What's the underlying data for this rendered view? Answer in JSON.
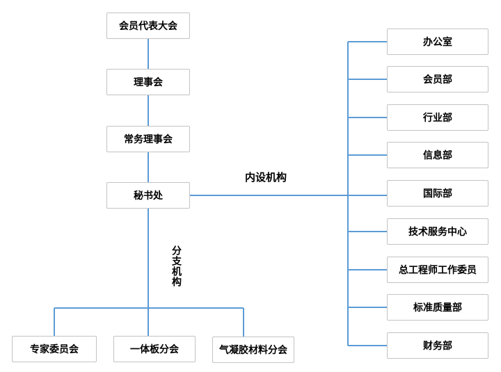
{
  "org": {
    "line_color": "#5b9bd5",
    "box_border_color": "#c3c3c3",
    "left_chain": [
      {
        "label": "会员代表大会"
      },
      {
        "label": "理事会"
      },
      {
        "label": "常务理事会"
      },
      {
        "label": "秘书处"
      }
    ],
    "internal_label": "内设机构",
    "internal_departments": [
      {
        "label": "办公室"
      },
      {
        "label": "会员部"
      },
      {
        "label": "行业部"
      },
      {
        "label": "信息部"
      },
      {
        "label": "国际部"
      },
      {
        "label": "技术服务中心"
      },
      {
        "label": "总工程师工作委员"
      },
      {
        "label": "标准质量部"
      },
      {
        "label": "财务部"
      }
    ],
    "branch_label": "分支机构",
    "branches": [
      {
        "label": "专家委员会"
      },
      {
        "label": "一体板分会"
      },
      {
        "label": "气凝胶材料分会"
      }
    ]
  }
}
